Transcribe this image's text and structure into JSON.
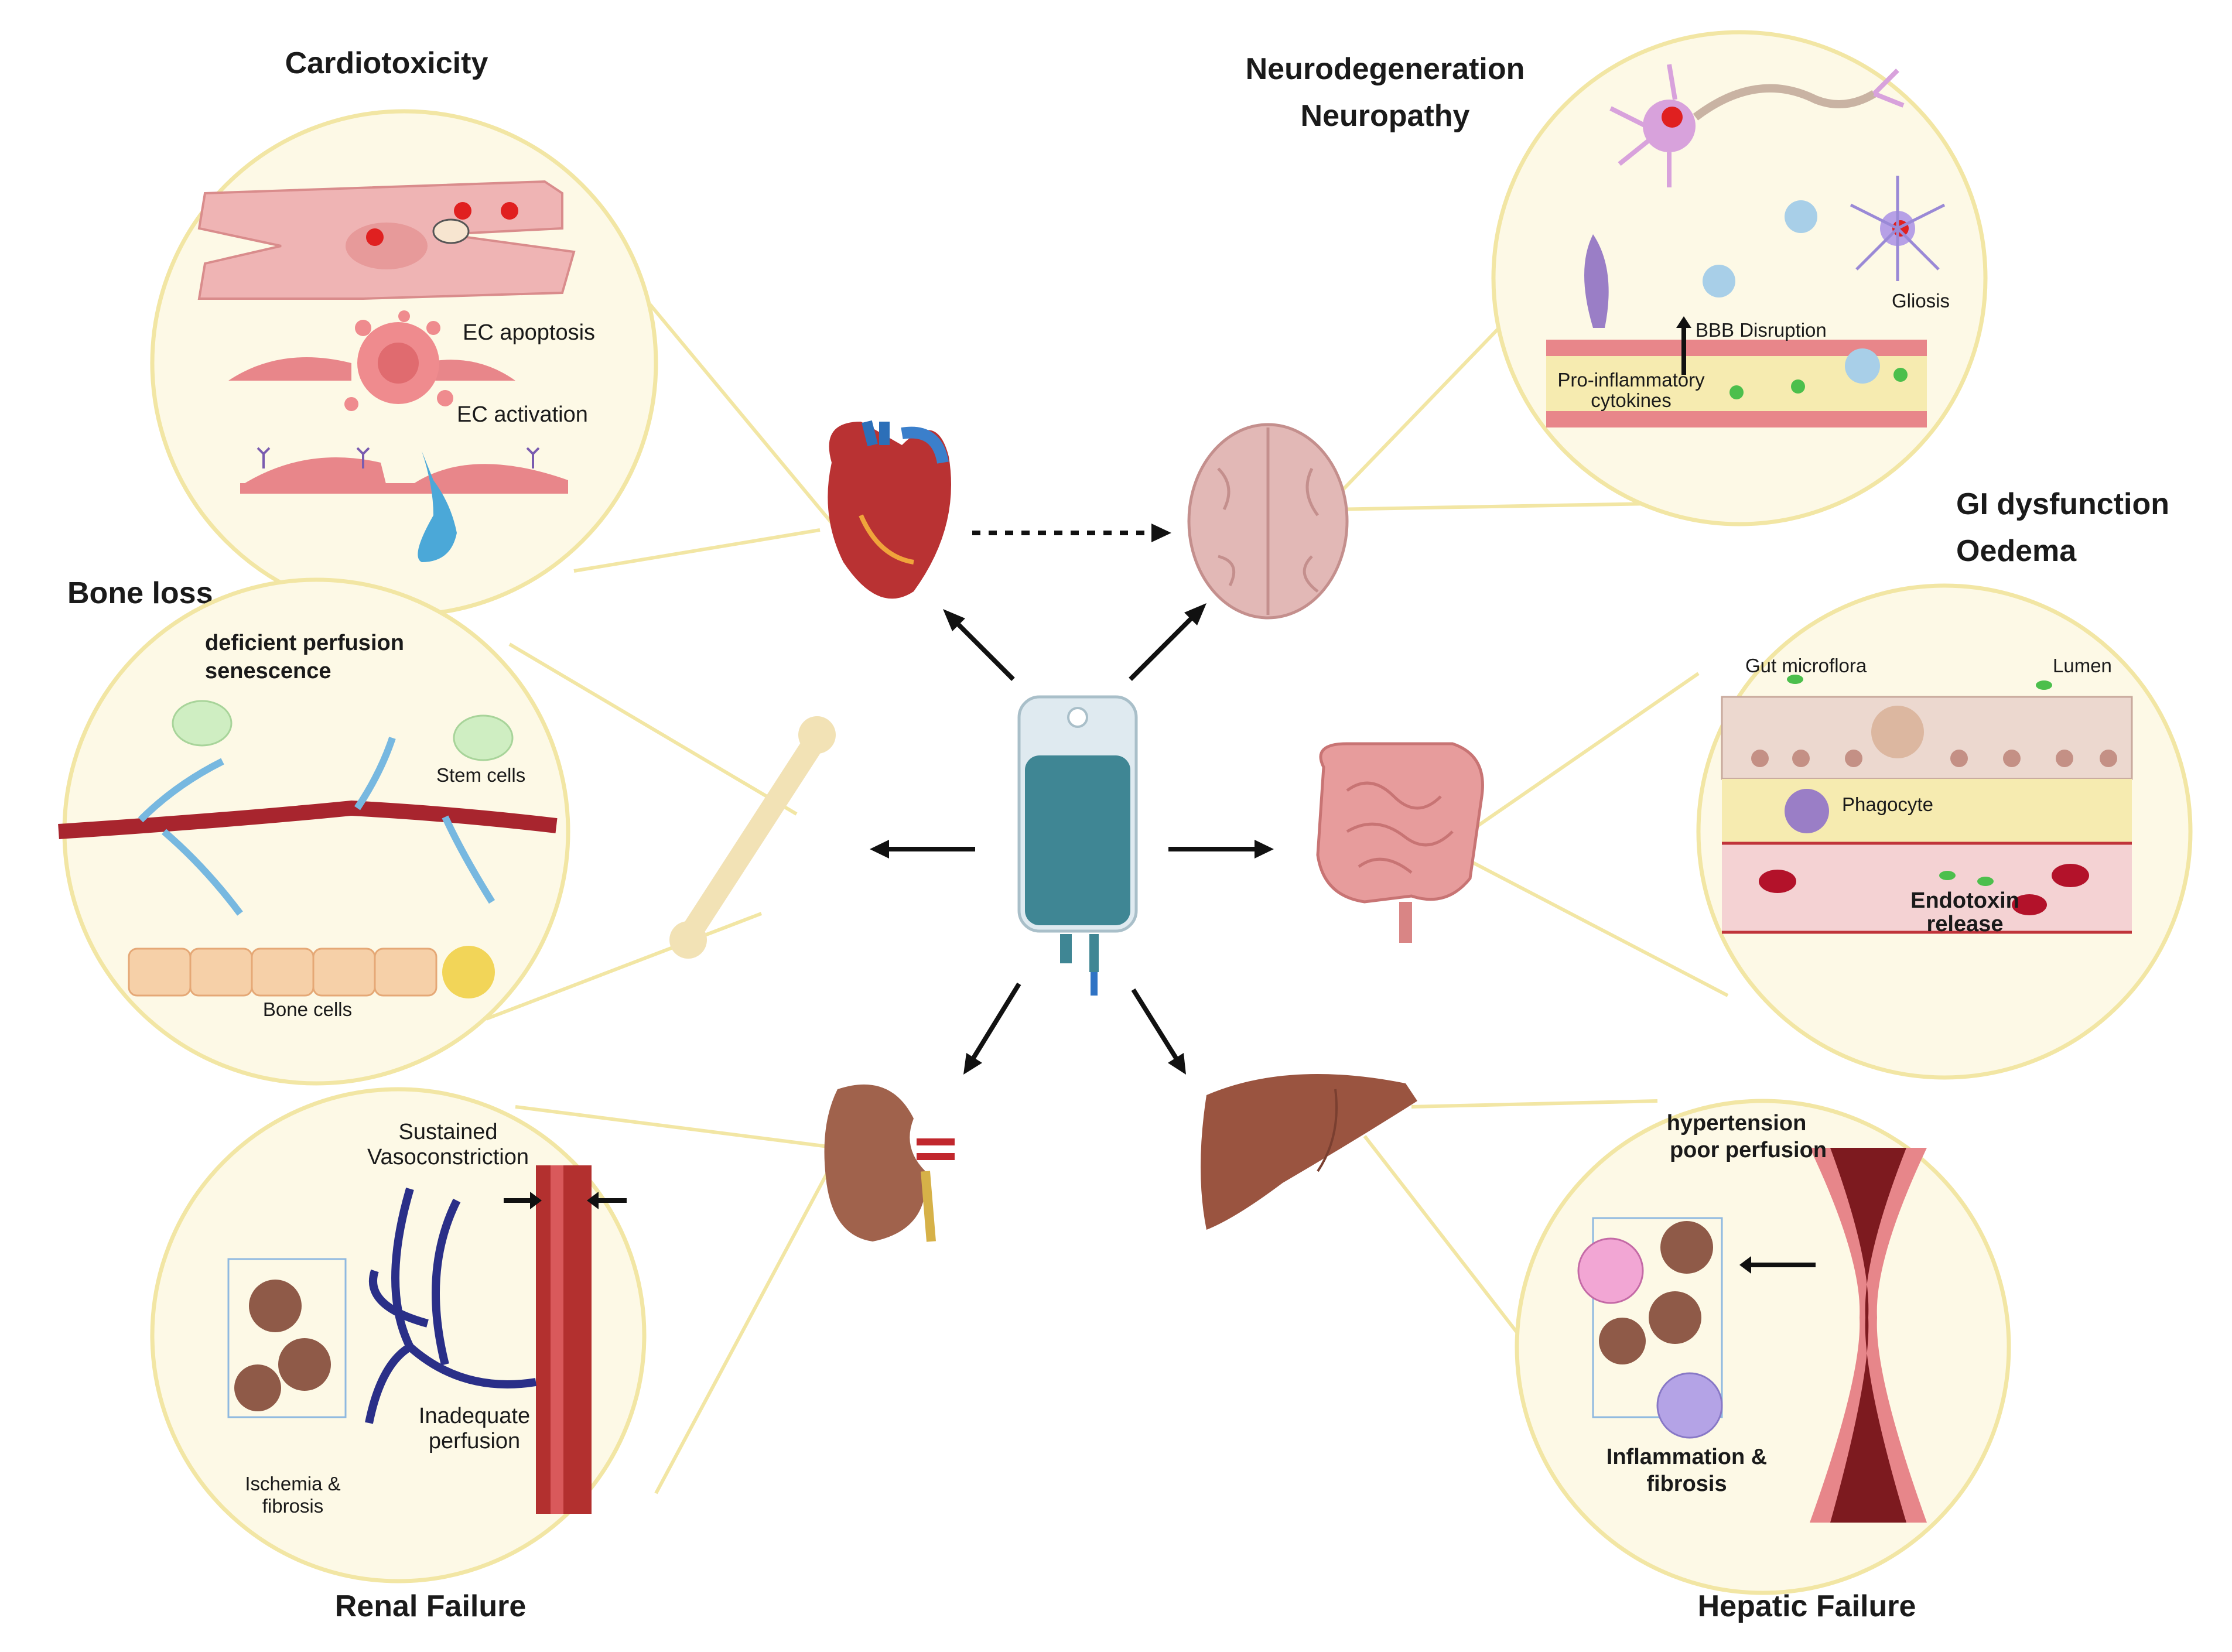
{
  "titles": {
    "cardiotoxicity": "Cardiotoxicity",
    "neuro_line1": "Neurodegeneration",
    "neuro_line2": "Neuropathy",
    "gi_line1": "GI dysfunction",
    "gi_line2": "Oedema",
    "bone": "Bone loss",
    "renal": "Renal Failure",
    "hepatic": "Hepatic Failure"
  },
  "cardio": {
    "ec_apoptosis": "EC apoptosis",
    "ec_activation": "EC activation"
  },
  "neuro": {
    "gliosis": "Gliosis",
    "bbb": "BBB Disruption",
    "cytokines_line1": "Pro-inflammatory",
    "cytokines_line2": "cytokines"
  },
  "gi": {
    "microflora": "Gut microflora",
    "lumen": "Lumen",
    "phagocyte": "Phagocyte",
    "endotoxin_line1": "Endotoxin",
    "endotoxin_line2": "release"
  },
  "bone": {
    "perfusion": "deficient perfusion",
    "senescence": "senescence",
    "stem_cells": "Stem cells",
    "bone_cells": "Bone cells"
  },
  "renal": {
    "sustained": "Sustained",
    "vasoconstriction": "Vasoconstriction",
    "inadequate": "Inadequate",
    "perfusion": "perfusion",
    "ischemia_line1": "Ischemia &",
    "ischemia_line2": "fibrosis"
  },
  "hepatic": {
    "hypertension": "hypertension",
    "poor_perfusion": "poor perfusion",
    "inflammation_line1": "Inflammation &",
    "inflammation_line2": "fibrosis"
  },
  "colors": {
    "circle_fill": "#fdf9e6",
    "circle_stroke": "#f2e6a4",
    "vessel_red": "#b3302f",
    "endothelial_pink": "#e8868a",
    "neuron_purple": "#b07cc6",
    "iv_bag_fluid": "#3f8694",
    "liver_brown": "#9a5440",
    "bone_ivory": "#f2e2b5"
  }
}
